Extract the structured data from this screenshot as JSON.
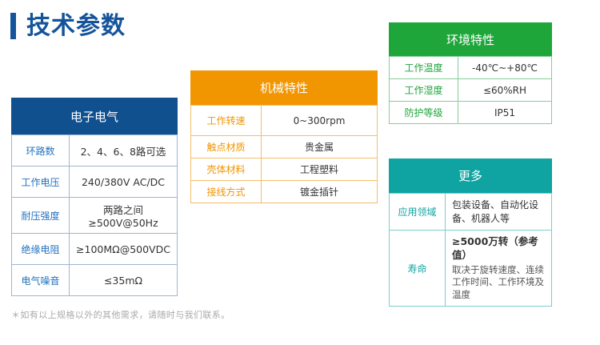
{
  "page": {
    "title": "技术参数",
    "accent_color": "#15549A",
    "footnote": "＊如有以上规格以外的其他需求，请随时与我们联系。"
  },
  "cards": {
    "electronic": {
      "header": "电子电气",
      "header_color": "#11508F",
      "label_color": "#2272C0",
      "rows": [
        {
          "key": "环路数",
          "value": "2、4、6、8路可选"
        },
        {
          "key": "工作电压",
          "value": "240/380V AC/DC"
        },
        {
          "key": "耐压强度",
          "value": "两路之间≥500V@50Hz"
        },
        {
          "key": "绝缘电阻",
          "value": "≥100MΩ@500VDC"
        },
        {
          "key": "电气噪音",
          "value": "≤35mΩ"
        }
      ]
    },
    "mechanical": {
      "header": "机械特性",
      "header_color": "#F19500",
      "label_color": "#F19500",
      "rows": [
        {
          "key": "工作转速",
          "value": "0~300rpm"
        },
        {
          "key": "触点材质",
          "value": "贵金属"
        },
        {
          "key": "壳体材料",
          "value": "工程塑料"
        },
        {
          "key": "接线方式",
          "value": "镀金插针"
        }
      ]
    },
    "environment": {
      "header": "环境特性",
      "header_color": "#1FA63B",
      "label_color": "#1FA63B",
      "rows": [
        {
          "key": "工作温度",
          "value": "-40℃~+80℃"
        },
        {
          "key": "工作湿度",
          "value": "≤60%RH"
        },
        {
          "key": "防护等级",
          "value": "IP51"
        }
      ]
    },
    "more": {
      "header": "更多",
      "header_color": "#0FA4A1",
      "label_color": "#0FA4A1",
      "rows": [
        {
          "key": "应用领域",
          "value": "包装设备、自动化设备、机器人等"
        },
        {
          "key": "寿命",
          "value_main": "≥5000万转（参考值）",
          "value_sub": "取决于旋转速度、连续工作时间、工作环境及温度"
        }
      ]
    }
  }
}
